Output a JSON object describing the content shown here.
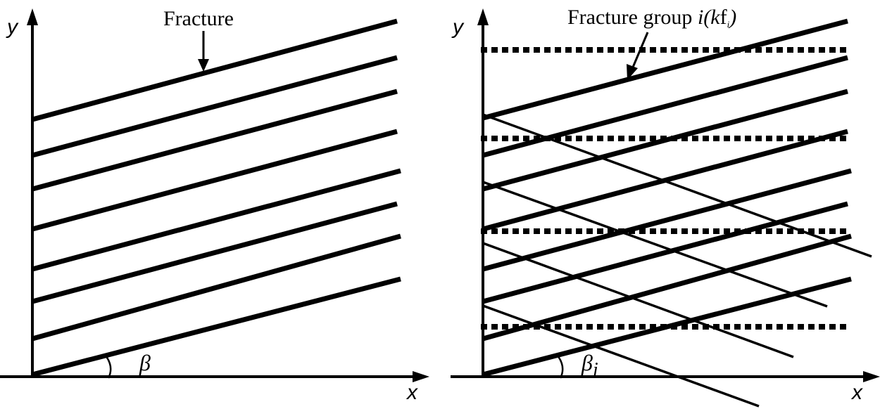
{
  "left_panel": {
    "y_axis_label": "y",
    "x_axis_label": "x",
    "fracture_label": "Fracture",
    "angle_label": "β"
  },
  "right_panel": {
    "y_axis_label": "y",
    "x_axis_label": "x",
    "group_label_prefix": "Fracture group ",
    "group_label_i": "i(",
    "group_label_k": "k",
    "group_label_f": "f",
    "group_label_sub": "i",
    "group_label_close": ")",
    "angle_label": "β",
    "angle_subscript": "i"
  },
  "colors": {
    "ink": "#000000",
    "background": "#ffffff"
  }
}
